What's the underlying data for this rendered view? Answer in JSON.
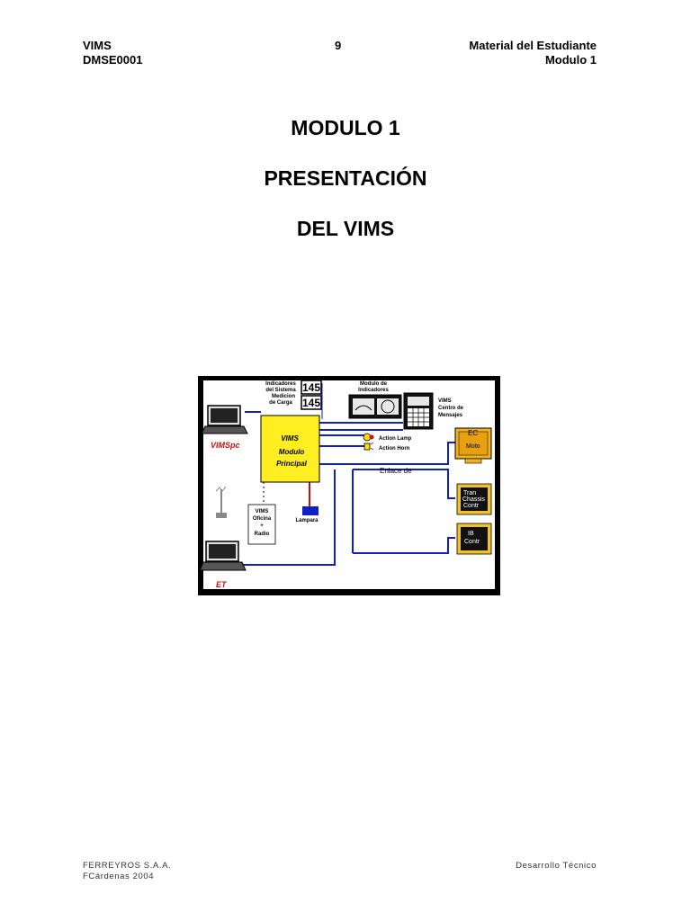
{
  "header": {
    "left_top": "VIMS",
    "left_bottom": "DMSE0001",
    "page_number": "9",
    "right_top": "Material del Estudiante",
    "right_bottom": "Modulo 1"
  },
  "title": {
    "line1": "MODULO 1",
    "line2": "PRESENTACIÓN",
    "line3": "DEL VIMS"
  },
  "diagram": {
    "indicadores_label": [
      "Indicadores",
      "del Sistema",
      "Medicion",
      "de Carga"
    ],
    "display_value_1": "145",
    "display_value_2": "145",
    "modulo_indicadores": [
      "Modulo de",
      "Indicadores"
    ],
    "centro_mensajes": [
      "VIMS",
      "Centro de",
      "Mensajes"
    ],
    "main_module": [
      "VIMS",
      "Modulo",
      "Principal"
    ],
    "action_lamp": "Action Lamp",
    "action_horn": "Action Horn",
    "vimspc": "VIMSpc",
    "enlace": "Enlace de",
    "oficina": [
      "VIMS",
      "Oficina",
      "+",
      "Radio"
    ],
    "lampara": "Lampara",
    "ec": [
      "EC",
      "Moto"
    ],
    "tran": [
      "Tran",
      "Chassis",
      "Contr"
    ],
    "ib": [
      "IB",
      "Contr"
    ],
    "et": "ET",
    "colors": {
      "module_fill": "#ffee22",
      "link_blue": "#1020c8",
      "red_accent": "#cc1010",
      "ecm_fill": "#f0b020"
    }
  },
  "footer": {
    "company": "FERREYROS S.A.A.",
    "author": "FCárdenas 2004",
    "department": "Desarrollo Técnico"
  }
}
